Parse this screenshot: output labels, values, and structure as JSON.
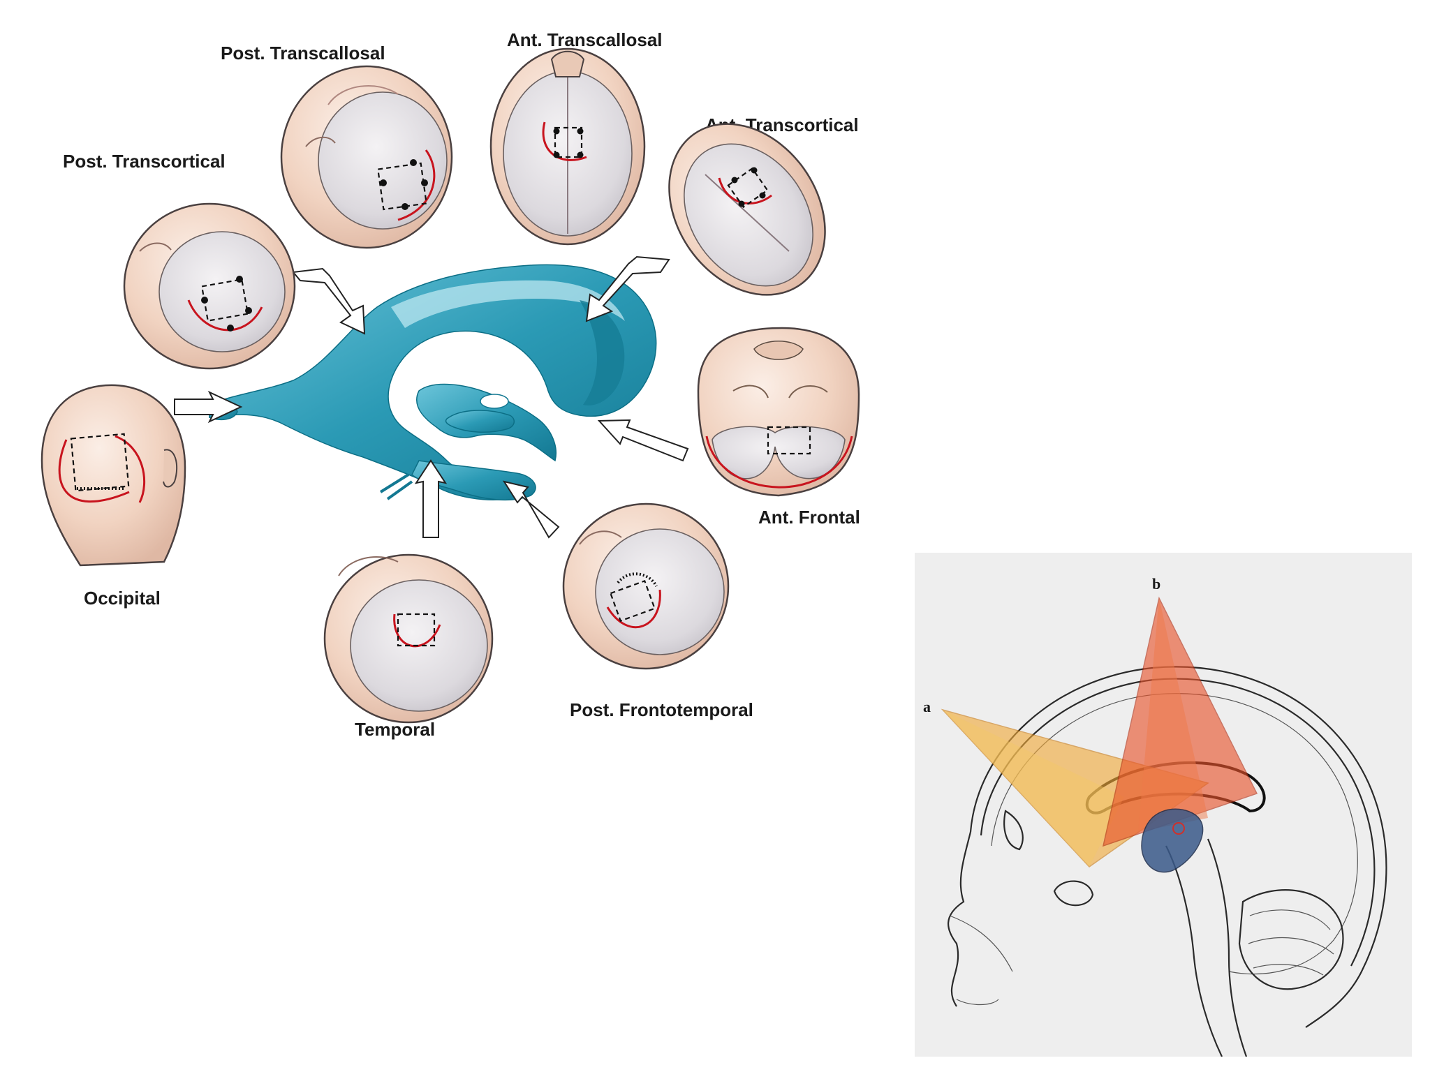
{
  "main_figure": {
    "labels": {
      "post_transcallosal": "Post. Transcallosal",
      "ant_transcallosal": "Ant. Transcallosal",
      "ant_transcortical": "Ant. Transcortical",
      "post_transcortical": "Post. Transcortical",
      "occipital": "Occipital",
      "ant_frontal": "Ant. Frontal",
      "temporal": "Temporal",
      "post_frontotemporal": "Post. Frontotemporal"
    }
  },
  "inset_figure": {
    "labels": {
      "trajectory_a": "a",
      "trajectory_b": "b"
    }
  },
  "colors": {
    "ventricle": "#2b9ab5",
    "skin": "#f3d6c4",
    "incision": "#c8141e",
    "trajectory_a": "#f0a93a",
    "trajectory_b": "#e8532a",
    "inset_background": "#eeeeee"
  }
}
